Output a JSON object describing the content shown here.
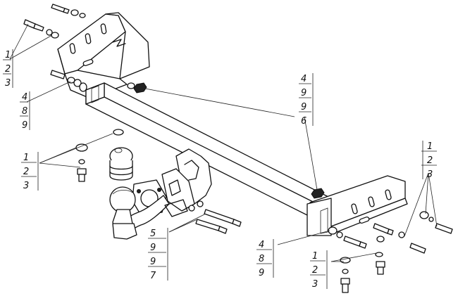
{
  "callouts": [
    {
      "items": [
        "1",
        "2",
        "3"
      ]
    },
    {
      "items": [
        "4",
        "8",
        "9"
      ]
    },
    {
      "items": [
        "1",
        "2",
        "3"
      ]
    },
    {
      "items": [
        "4",
        "9",
        "9",
        "6"
      ]
    },
    {
      "items": [
        "1",
        "2",
        "3"
      ]
    },
    {
      "items": [
        "5",
        "9",
        "9",
        "7"
      ]
    },
    {
      "items": [
        "4",
        "8",
        "9"
      ]
    },
    {
      "items": [
        "1",
        "2",
        "3"
      ]
    }
  ]
}
